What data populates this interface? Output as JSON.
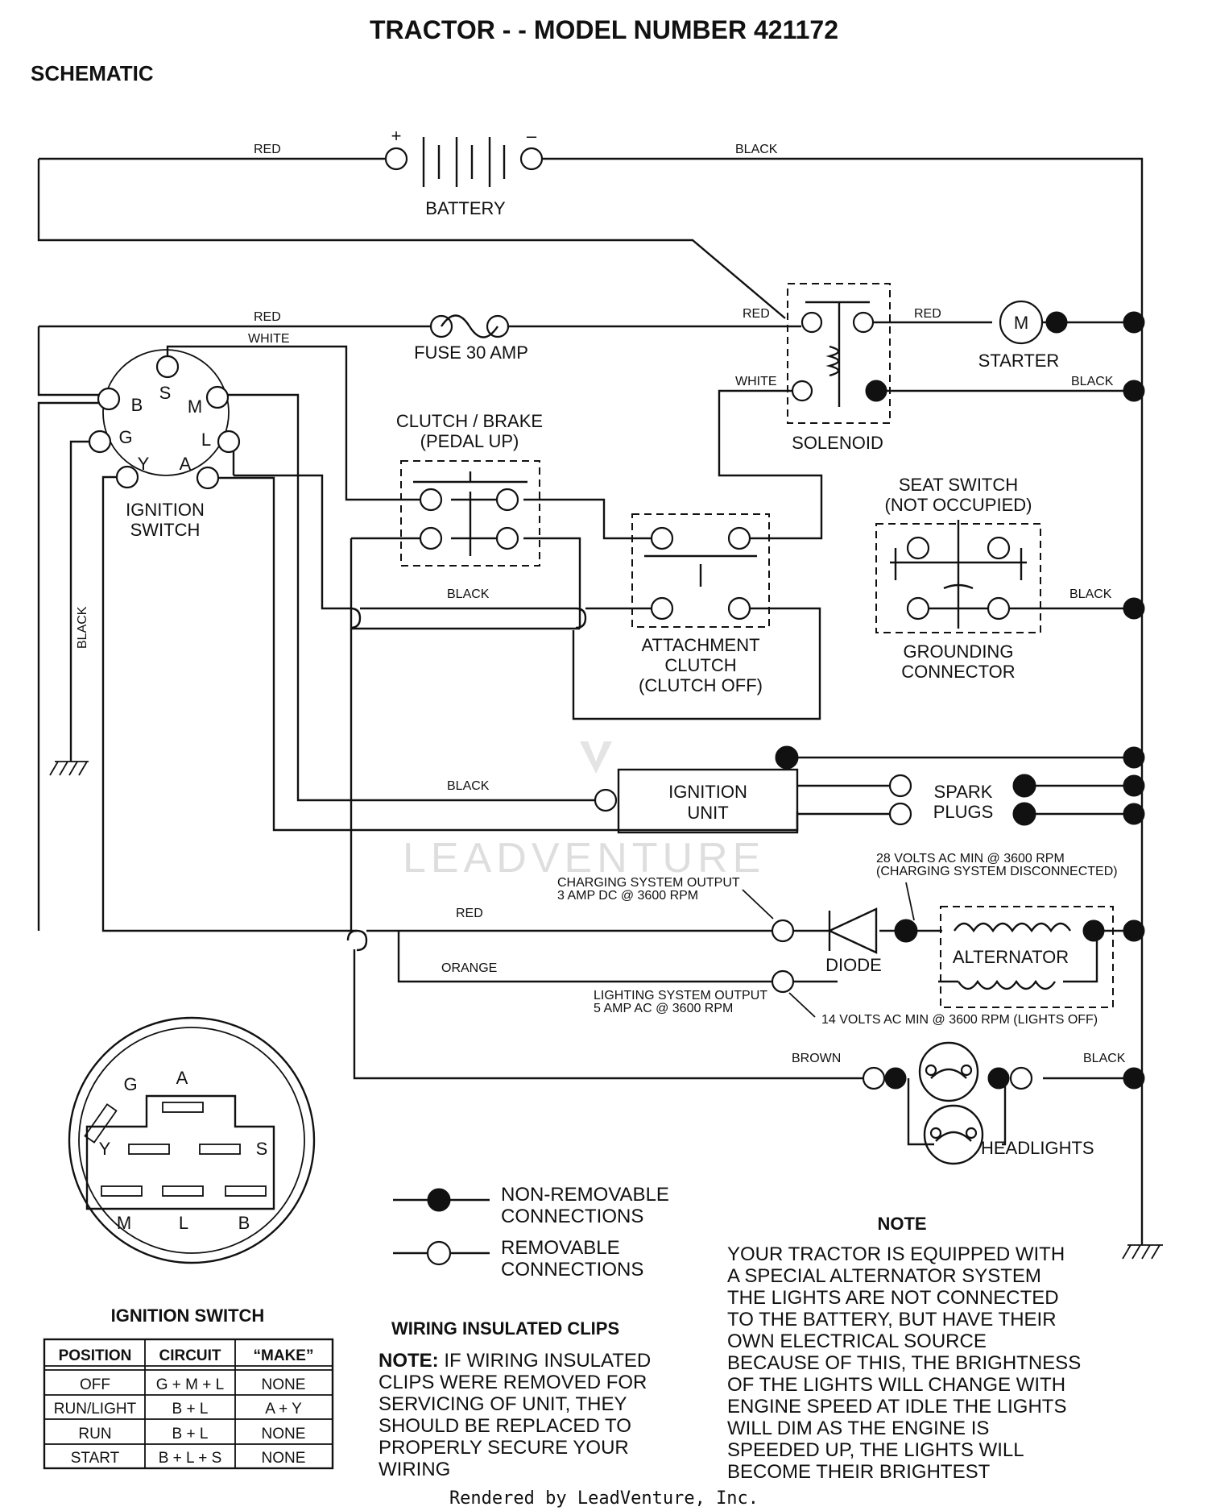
{
  "title": "TRACTOR - - MODEL NUMBER 421172",
  "subtitle": "SCHEMATIC",
  "wires": {
    "red_top": "RED",
    "black_top": "BLACK",
    "red_fuse": "RED",
    "white": "WHITE",
    "red_solenoid": "RED",
    "red_starter": "RED",
    "white_solenoid": "WHITE",
    "black_solenoid": "BLACK",
    "black_left": "BLACK",
    "black_clutch": "BLACK",
    "black_seat": "BLACK",
    "black_ignition": "BLACK",
    "red_charging": "RED",
    "orange": "ORANGE",
    "brown": "BROWN",
    "black_headlights": "BLACK"
  },
  "components": {
    "battery": "BATTERY",
    "battery_plus": "+",
    "battery_minus": "–",
    "fuse": "FUSE 30 AMP",
    "starter": "STARTER",
    "motor_symbol": "M",
    "solenoid": "SOLENOID",
    "ignition_switch": [
      "IGNITION",
      "SWITCH"
    ],
    "clutch_brake": [
      "CLUTCH / BRAKE",
      "(PEDAL UP)"
    ],
    "seat_switch": [
      "SEAT SWITCH",
      "(NOT OCCUPIED)"
    ],
    "attachment_clutch": [
      "ATTACHMENT",
      "CLUTCH",
      "(CLUTCH OFF)"
    ],
    "grounding_connector": [
      "GROUNDING",
      "CONNECTOR"
    ],
    "ignition_unit": [
      "IGNITION",
      "UNIT"
    ],
    "spark_plugs": [
      "SPARK",
      "PLUGS"
    ],
    "diode": "DIODE",
    "alternator": "ALTERNATOR",
    "headlights": "HEADLIGHTS"
  },
  "switch_terminals": {
    "S": "S",
    "B": "B",
    "M": "M",
    "G": "G",
    "L": "L",
    "Y": "Y",
    "A": "A"
  },
  "annotations": {
    "charging_output": [
      "CHARGING SYSTEM OUTPUT",
      "3 AMP DC @ 3600 RPM"
    ],
    "volts_28": [
      "28 VOLTS AC MIN  @ 3600 RPM",
      "(CHARGING SYSTEM DISCONNECTED)"
    ],
    "lighting_output": [
      "LIGHTING SYSTEM OUTPUT",
      "5 AMP AC @ 3600 RPM"
    ],
    "volts_14": "14 VOLTS AC MIN  @ 3600 RPM (LIGHTS OFF)"
  },
  "switch_face": {
    "G": "G",
    "A": "A",
    "Y": "Y",
    "S": "S",
    "M": "M",
    "L": "L",
    "B": "B"
  },
  "legend": {
    "non_removable": [
      "NON-REMOVABLE",
      "CONNECTIONS"
    ],
    "removable": [
      "REMOVABLE",
      "CONNECTIONS"
    ]
  },
  "ignition_table": {
    "title": "IGNITION SWITCH",
    "headers": [
      "POSITION",
      "CIRCUIT",
      "“MAKE”"
    ],
    "rows": [
      [
        "OFF",
        "G + M + L",
        "NONE"
      ],
      [
        "RUN/LIGHT",
        "B + L",
        "A + Y"
      ],
      [
        "RUN",
        "B + L",
        "NONE"
      ],
      [
        "START",
        "B + L + S",
        "NONE"
      ]
    ]
  },
  "clips": {
    "title": "WIRING INSULATED CLIPS",
    "note_label": "NOTE:",
    "lines": [
      " IF WIRING INSULATED",
      "CLIPS WERE REMOVED FOR",
      "SERVICING OF UNIT, THEY",
      "SHOULD BE REPLACED TO",
      "PROPERLY SECURE YOUR",
      "WIRING"
    ]
  },
  "note": {
    "title": "NOTE",
    "lines": [
      "YOUR TRACTOR IS EQUIPPED WITH",
      "A SPECIAL ALTERNATOR SYSTEM",
      "THE LIGHTS ARE NOT CONNECTED",
      "TO  THE BATTERY, BUT HAVE THEIR",
      "OWN ELECTRICAL SOURCE",
      "BECAUSE OF THIS, THE BRIGHTNESS",
      "OF THE LIGHTS WILL CHANGE WITH",
      "ENGINE SPEED   AT IDLE THE LIGHTS",
      "WILL DIM   AS THE ENGINE IS",
      "SPEEDED UP, THE LIGHTS WILL",
      "BECOME THEIR BRIGHTEST"
    ]
  },
  "watermark": "LEADVENTURE",
  "footer": "Rendered by LeadVenture, Inc."
}
